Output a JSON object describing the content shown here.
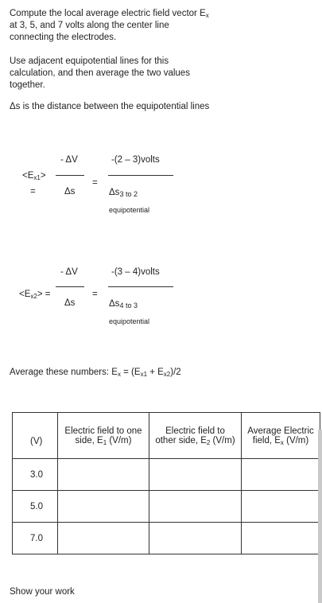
{
  "intro": {
    "line1": "Compute the local average electric field vector E",
    "line1_sub": "x",
    "line2": "at 3, 5, and 7 volts along the center line",
    "line3": "connecting the electrodes."
  },
  "instructions": {
    "line1": "Use adjacent equipotential lines for this",
    "line2": "calculation, and then average the two values",
    "line3": "together."
  },
  "delta_note": "Δs is the distance between the equipotential lines",
  "eq1": {
    "lhs_a": "<E",
    "lhs_sub": "x1",
    "lhs_b": ">",
    "lhs_eq": "=",
    "num": "- ΔV",
    "den": "Δs",
    "eq": "=",
    "rhs_num": "-(2 – 3)volts",
    "rhs_den_a": "Δs",
    "rhs_den_sub": "3 to 2",
    "rhs_den_b": "equipotential"
  },
  "eq2": {
    "lhs_a": "<E",
    "lhs_sub": "x2",
    "lhs_b": "> =",
    "num": "- ΔV",
    "den": "Δs",
    "eq": "=",
    "rhs_num": "-(3 – 4)volts",
    "rhs_den_a": "Δs",
    "rhs_den_sub": "4 to 3",
    "rhs_den_b": "equipotential"
  },
  "average": {
    "text_a": "Average these numbers:  E",
    "sub_a": "x",
    "text_b": " = (E",
    "sub_b": "x1",
    "text_c": " + E",
    "sub_c": "x2",
    "text_d": ")/2"
  },
  "table": {
    "col0": "(V)",
    "col1_a": "Electric field to one",
    "col1_b": "side, E",
    "col1_sub": "1",
    "col1_c": " (V/m)",
    "col2_a": "Electric field to",
    "col2_b": "other side, E",
    "col2_sub": "2",
    "col2_c": " (V/m)",
    "col3_a": "Average Electric",
    "col3_b": "field, E",
    "col3_sub": "x",
    "col3_c": " (V/m)",
    "rows": [
      "3.0",
      "5.0",
      "7.0"
    ]
  },
  "footer": "Show your work"
}
